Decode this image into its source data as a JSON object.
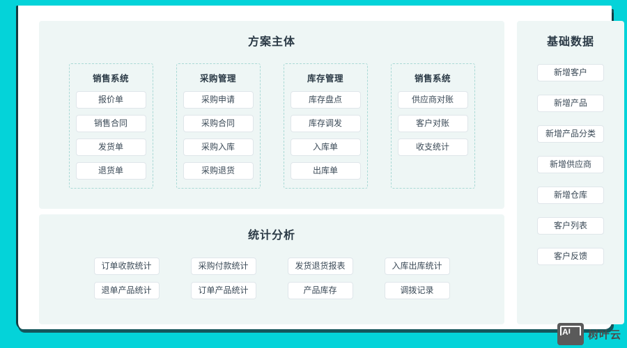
{
  "theme": {
    "page_background": "#04D3D9",
    "card_background": "#ffffff",
    "panel_background": "#EEF6F5",
    "dashed_border": "#a9d9d5",
    "button_border": "#dfe6ea",
    "title_color": "#2b3a46",
    "frame_shadow": "#15565c"
  },
  "main": {
    "title": "方案主体",
    "groups": [
      {
        "title": "销售系统",
        "items": [
          "报价单",
          "销售合同",
          "发货单",
          "退货单"
        ]
      },
      {
        "title": "采购管理",
        "items": [
          "采购申请",
          "采购合同",
          "采购入库",
          "采购退货"
        ]
      },
      {
        "title": "库存管理",
        "items": [
          "库存盘点",
          "库存调发",
          "入库单",
          "出库单"
        ]
      },
      {
        "title": "销售系统",
        "items": [
          "供应商对账",
          "客户对账",
          "收支统计"
        ]
      }
    ]
  },
  "stats": {
    "title": "统计分析",
    "items": [
      "订单收款统计",
      "采购付款统计",
      "发货退货报表",
      "入库出库统计",
      "退单产品统计",
      "订单产品统计",
      "产品库存",
      "调拨记录"
    ]
  },
  "sidebar": {
    "title": "基础数据",
    "items": [
      "新增客户",
      "新增产品",
      "新增产品分类",
      "新增供应商",
      "新增仓库",
      "客户列表",
      "客户反馈"
    ]
  },
  "watermark": {
    "icon_label": "AI",
    "text": "树叶云"
  }
}
